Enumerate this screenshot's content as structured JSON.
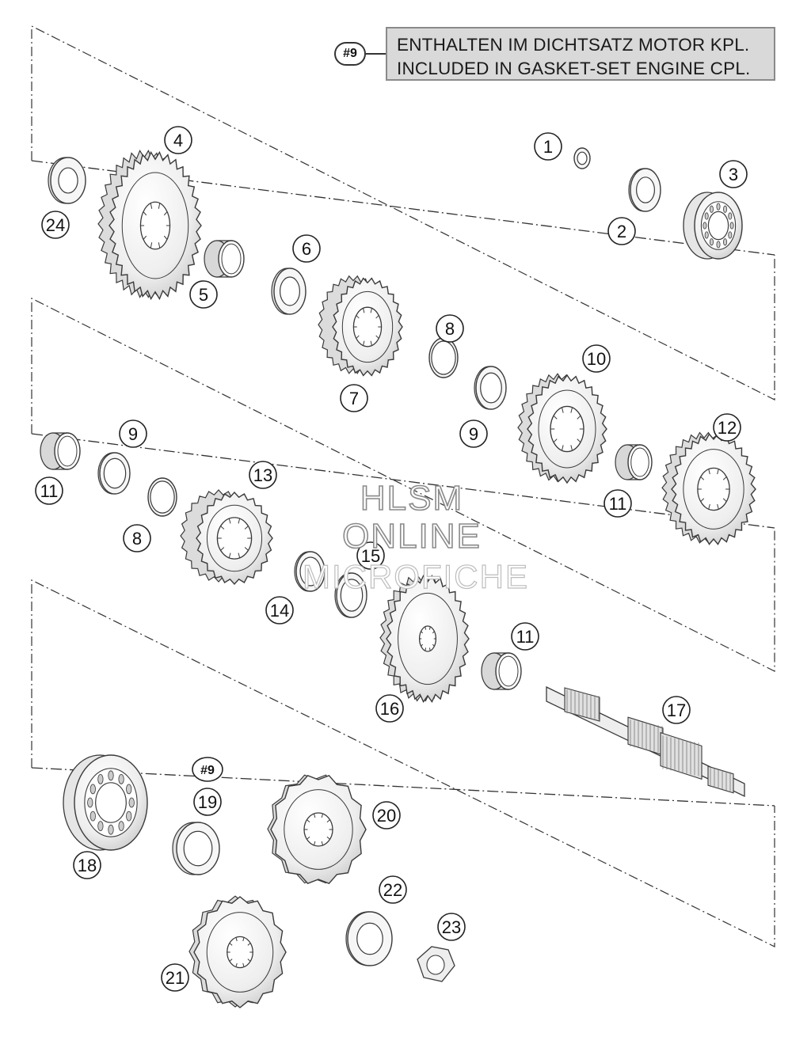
{
  "legend": {
    "tag": "#9",
    "line1": "ENTHALTEN IM DICHTSATZ MOTOR KPL.",
    "line2": "INCLUDED IN GASKET-SET ENGINE CPL."
  },
  "callouts": [
    "1",
    "2",
    "3",
    "4",
    "5",
    "6",
    "7",
    "8",
    "9",
    "10",
    "11",
    "12",
    "13",
    "14",
    "15",
    "16",
    "17",
    "18",
    "19",
    "20",
    "21",
    "22",
    "23",
    "24"
  ],
  "callout_extra": {
    "nine_tag": "#9"
  },
  "watermark": {
    "line1": "HLSM",
    "line2": "ONLINE",
    "line3": "MICROFICHE"
  },
  "colors": {
    "line": "#333333",
    "part_fill": "#f2f2f2",
    "part_stroke": "#3a3a3a",
    "legend_bg": "#d9d9d9"
  }
}
